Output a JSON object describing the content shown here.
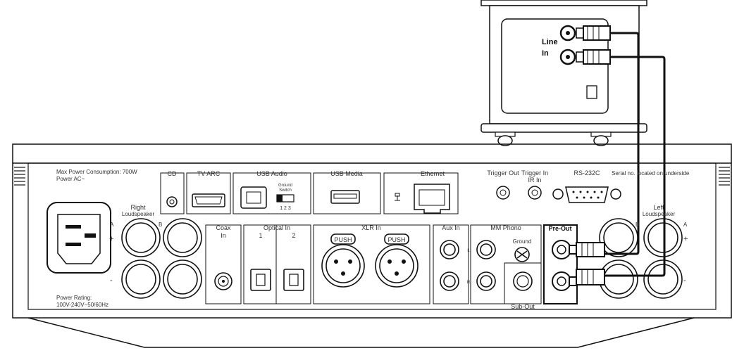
{
  "unit": {
    "max_power": "Max Power Consumption: 700W",
    "power_ac": "Power AC~",
    "power_rating_1": "Power Rating:",
    "power_rating_2": "100V-240V~50/60Hz",
    "right_speaker_1": "Right",
    "right_speaker_2": "Loudspeaker",
    "left_speaker_1": "Left",
    "left_speaker_2": "Loudspeaker",
    "term_a": "A",
    "term_b": "B",
    "plus": "+",
    "minus": "-",
    "cd": "CD",
    "tv_arc": "TV ARC",
    "usb_audio": "USB Audio",
    "ground_switch_1": "Ground",
    "ground_switch_2": "Switch",
    "ground_switch_nums": "1  2  3",
    "usb_media": "USB Media",
    "ethernet": "Ethernet",
    "trigger_out": "Trigger Out",
    "trigger_in_1": "Trigger In",
    "trigger_in_2": "IR In",
    "rs232c": "RS-232C",
    "serial_no": "Serial no. located on underside",
    "coax_1": "Coax",
    "coax_2": "In",
    "optical_in": "Optical In",
    "optical_1": "1",
    "optical_2": "2",
    "xlr_in": "XLR In",
    "push": "PUSH",
    "aux_in": "Aux In",
    "mm_phono": "MM Phono",
    "ground": "Ground",
    "aux_l": "L",
    "aux_r": "R",
    "sub_out": "Sub-Out",
    "pre_out": "Pre-Out"
  },
  "subwoofer": {
    "line": "Line",
    "in": "In"
  }
}
